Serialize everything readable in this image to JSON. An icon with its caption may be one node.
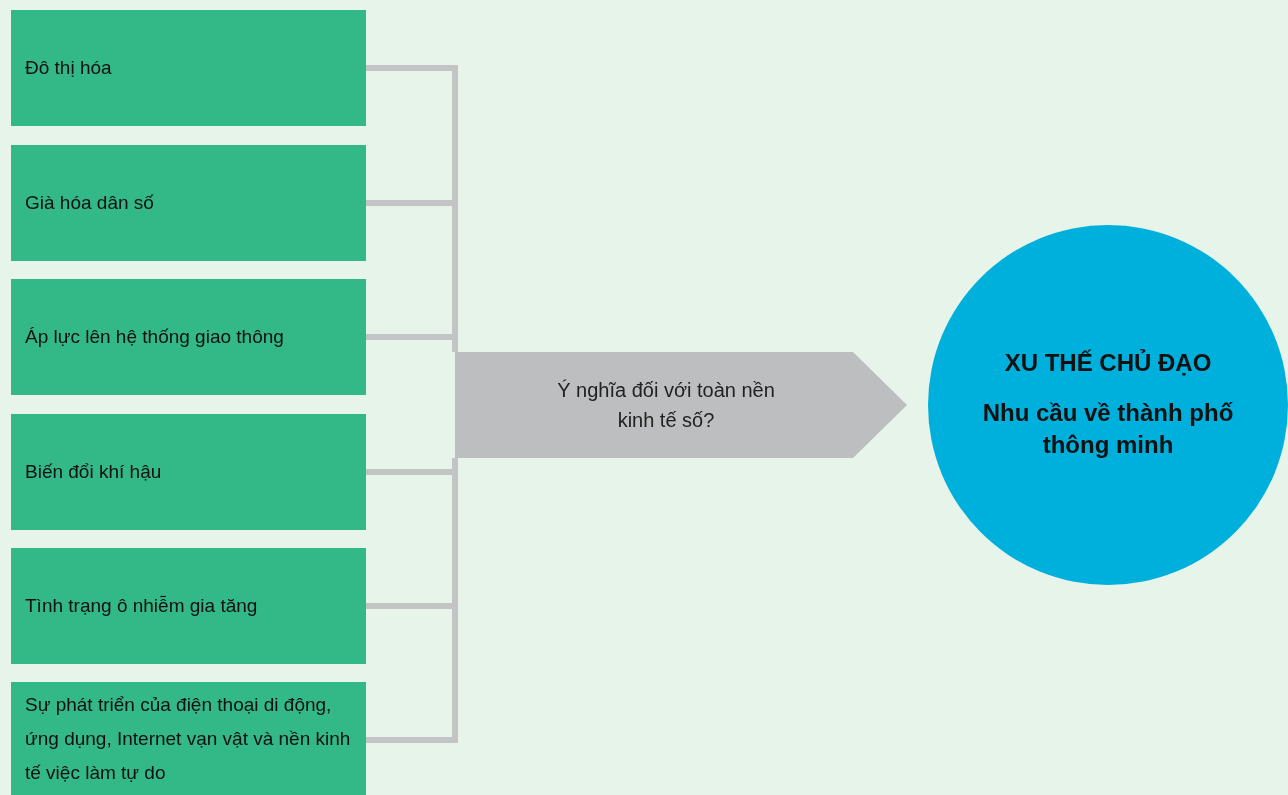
{
  "diagram": {
    "nodes": [
      {
        "text": [
          "Đô thị hóa"
        ]
      },
      {
        "text": [
          "Già hóa dân số"
        ]
      },
      {
        "text": [
          "Áp lực lên hệ thống giao thông"
        ]
      },
      {
        "text": [
          "Biến đổi khí hậu"
        ]
      },
      {
        "text": [
          "Tình trạng ô nhiễm gia tăng"
        ]
      },
      {
        "text": [
          "Sự phát triển của điện thoại di động, ứng dụng, Internet vạn vật và nền kinh tế việc làm tự do"
        ]
      },
      {
        "text": [
          "Ý nghĩa đối với toàn nền kinh tế số?"
        ]
      },
      {
        "text": [
          "XU THẾ CHỦ ĐẠO",
          "Nhu cầu về thành phố thông minh"
        ]
      }
    ],
    "edges": [
      {
        "from": 0,
        "to": 6,
        "arrow": "none"
      },
      {
        "from": 1,
        "to": 6,
        "arrow": "none"
      },
      {
        "from": 2,
        "to": 6,
        "arrow": "none"
      },
      {
        "from": 3,
        "to": 6,
        "arrow": "none"
      },
      {
        "from": 4,
        "to": 6,
        "arrow": "none"
      },
      {
        "from": 5,
        "to": 6,
        "arrow": "none"
      }
    ]
  }
}
